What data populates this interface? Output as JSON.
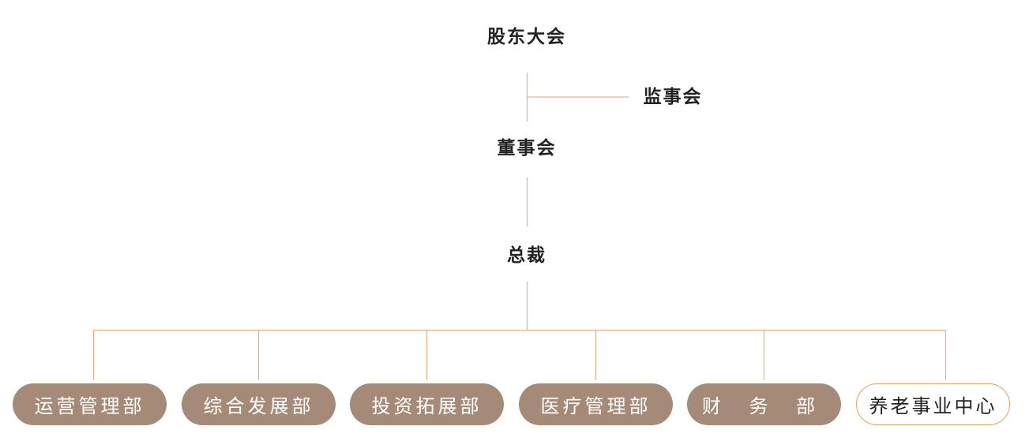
{
  "colors": {
    "connector": "#e8b48e",
    "dept_fill": "#a58b77",
    "dept_outline": "#e2a260",
    "text_dark": "#222222",
    "text_light": "#ffffff"
  },
  "nodes": {
    "shareholders": "股东大会",
    "supervisory_board": "监事会",
    "board_of_directors": "董事会",
    "president": "总裁"
  },
  "departments": [
    {
      "label": "运营管理部",
      "style": "filled"
    },
    {
      "label": "综合发展部",
      "style": "filled"
    },
    {
      "label": "投资拓展部",
      "style": "filled"
    },
    {
      "label": "医疗管理部",
      "style": "filled"
    },
    {
      "label": "财 务 部",
      "style": "filled"
    },
    {
      "label": "养老事业中心",
      "style": "outlined"
    }
  ]
}
